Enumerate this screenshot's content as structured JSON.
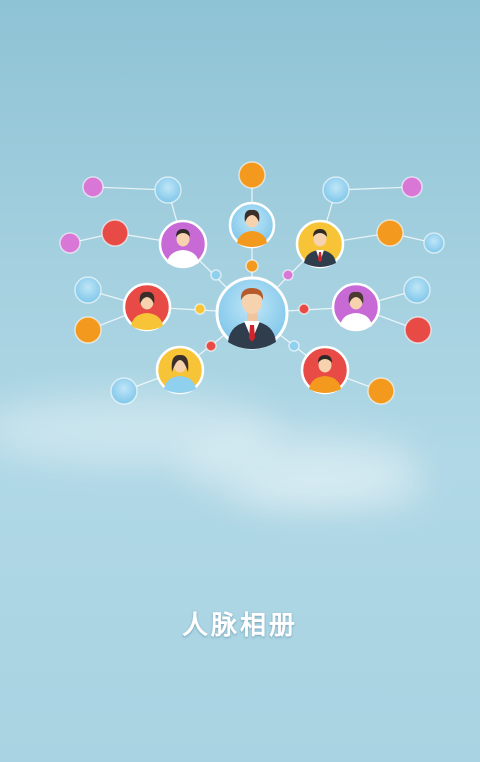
{
  "app": {
    "title": "人脉相册"
  },
  "colors": {
    "background_top": "#8ec3d5",
    "background_bottom": "#a9d3e2",
    "node_purple": "#c76ad6",
    "node_orange": "#f39a1e",
    "node_red": "#e84a45",
    "node_blue": "#8fd0ee",
    "node_yellow": "#f6c436"
  },
  "illustration": {
    "center_person": "businessman-avatar",
    "contacts": [
      {
        "icon": "woman-avatar",
        "color": "blue"
      },
      {
        "icon": "man-avatar",
        "color": "purple"
      },
      {
        "icon": "man-avatar",
        "color": "yellow"
      },
      {
        "icon": "woman-avatar",
        "color": "red"
      },
      {
        "icon": "woman-avatar",
        "color": "purple"
      },
      {
        "icon": "woman-avatar",
        "color": "yellow"
      },
      {
        "icon": "man-avatar",
        "color": "red"
      }
    ]
  }
}
